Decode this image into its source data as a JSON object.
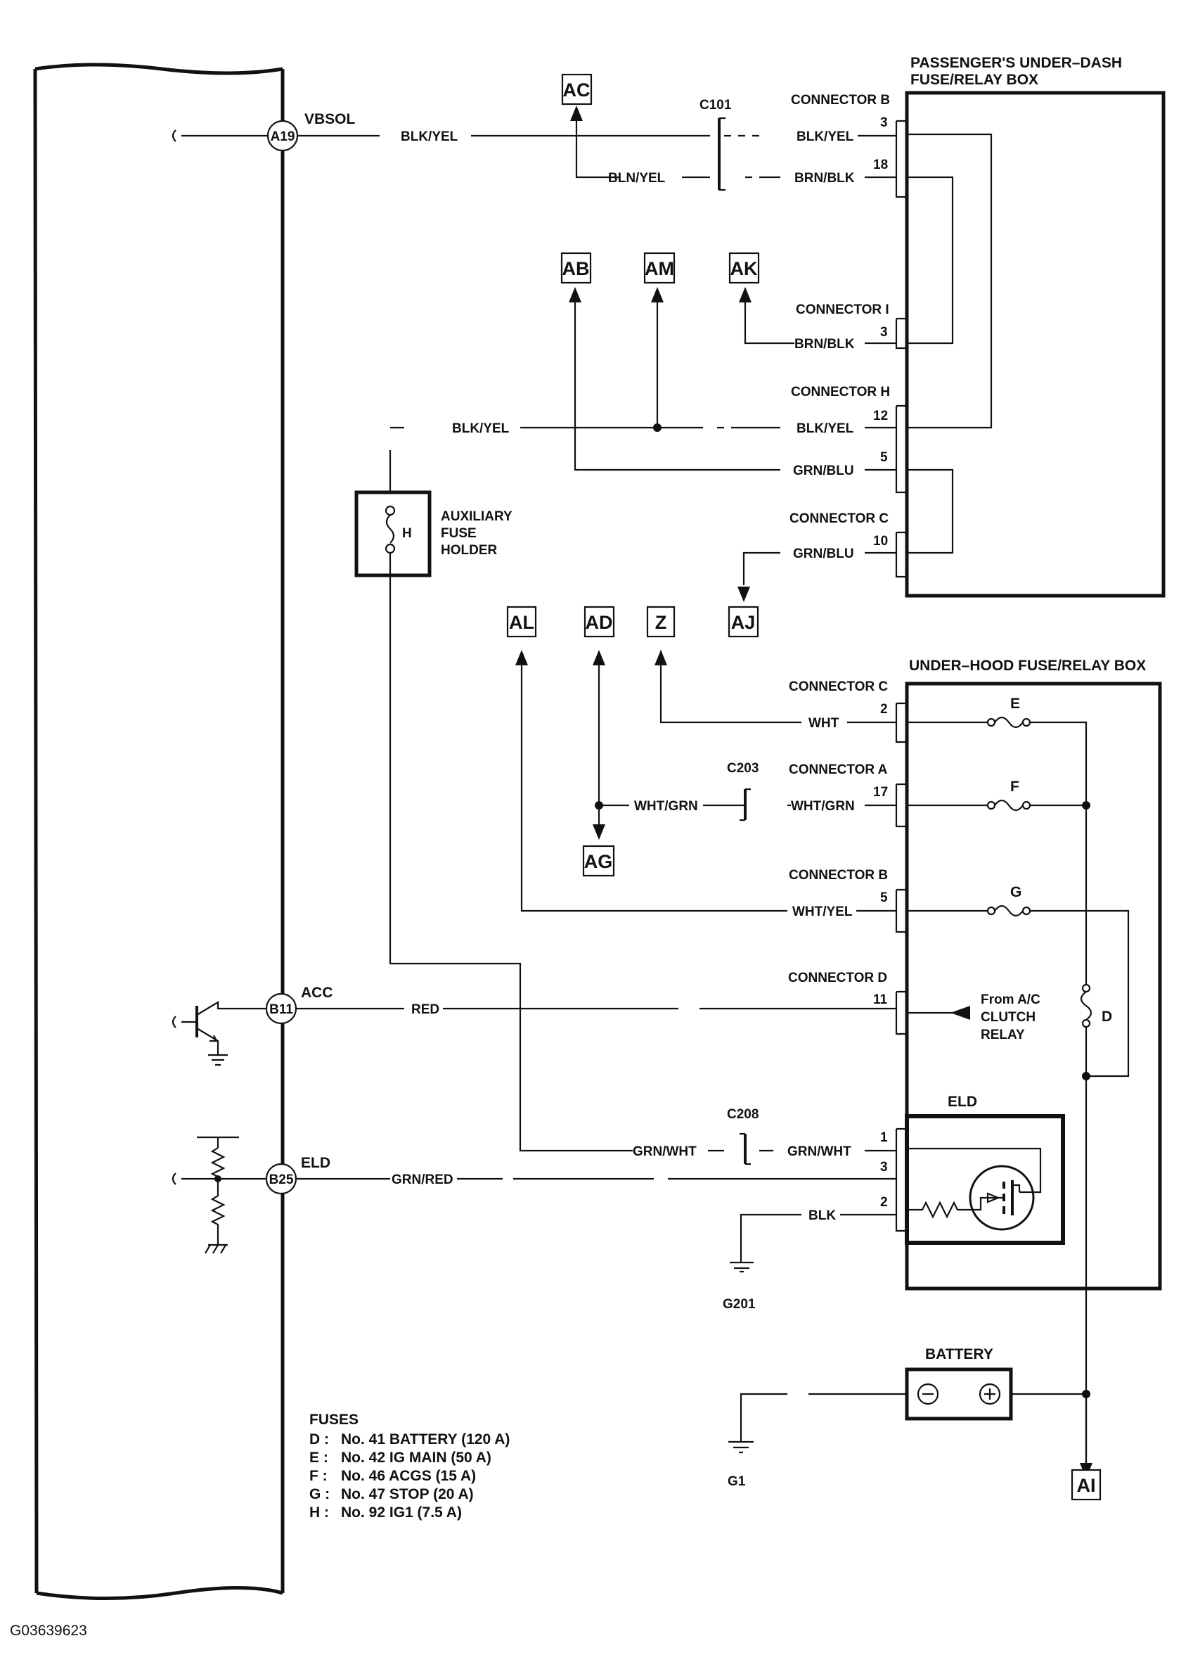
{
  "top_labels": {
    "under_dash_title_1": "PASSENGER'S UNDER–DASH",
    "under_dash_title_2": "FUSE/RELAY BOX",
    "under_hood_title": "UNDER–HOOD FUSE/RELAY BOX",
    "eld_title": "ELD",
    "battery_title": "BATTERY",
    "aux_fuse_1": "AUXILIARY",
    "aux_fuse_2": "FUSE",
    "aux_fuse_3": "HOLDER",
    "aux_fuse_letter": "H"
  },
  "ecm_pins": {
    "a19_id": "A19",
    "a19_name": "VBSOL",
    "b11_id": "B11",
    "b11_name": "ACC",
    "b25_id": "B25",
    "b25_name": "ELD"
  },
  "offpage_tags": {
    "ac": "AC",
    "ab": "AB",
    "am": "AM",
    "ak": "AK",
    "aj": "AJ",
    "al": "AL",
    "ad": "AD",
    "z": "Z",
    "ag": "AG",
    "ai": "AI"
  },
  "connectors": {
    "ud_b": "CONNECTOR B",
    "ud_i": "CONNECTOR I",
    "ud_h": "CONNECTOR H",
    "ud_c": "CONNECTOR C",
    "uh_c": "CONNECTOR C",
    "uh_a": "CONNECTOR A",
    "uh_b": "CONNECTOR B",
    "uh_d": "CONNECTOR D"
  },
  "splices": {
    "c101": "C101",
    "c203": "C203",
    "c208": "C208"
  },
  "grounds": {
    "g201": "G201",
    "g1": "G1"
  },
  "pins": {
    "ud_b3": "3",
    "ud_b18": "18",
    "ud_i3": "3",
    "ud_h12": "12",
    "ud_h5": "5",
    "ud_c10": "10",
    "uh_c2": "2",
    "uh_a17": "17",
    "uh_b5": "5",
    "uh_d11": "11",
    "eld_1": "1",
    "eld_3": "3",
    "eld_2": "2"
  },
  "wires": {
    "w1a": "BLK/YEL",
    "w1b": "BLK/YEL",
    "w2a": "BLN/YEL",
    "w2b": "BRN/BLK",
    "w3": "BRN/BLK",
    "w4a": "BLK/YEL",
    "w4b": "BLK/YEL",
    "w5": "GRN/BLU",
    "w6": "GRN/BLU",
    "w7": "WHT",
    "w8a": "WHT/GRN",
    "w8b": "WHT/GRN",
    "w9": "WHT/YEL",
    "w10": "RED",
    "w11a": "GRN/WHT",
    "w11b": "GRN/WHT",
    "w12": "GRN/RED",
    "w13": "BLK"
  },
  "fuse_labels": {
    "e": "E",
    "f": "F",
    "g": "G",
    "d": "D"
  },
  "ac_relay": {
    "l1": "From A/C",
    "l2": "CLUTCH",
    "l3": "RELAY"
  },
  "fuse_legend": {
    "title": "FUSES",
    "items": [
      {
        "key": "D :",
        "text": "No. 41 BATTERY (120 A)"
      },
      {
        "key": "E :",
        "text": "No. 42 IG MAIN (50 A)"
      },
      {
        "key": "F :",
        "text": "No. 46 ACGS (15 A)"
      },
      {
        "key": "G :",
        "text": "No. 47 STOP (20 A)"
      },
      {
        "key": "H :",
        "text": "No. 92 IG1 (7.5 A)"
      }
    ]
  },
  "figure_id": "G03639623"
}
